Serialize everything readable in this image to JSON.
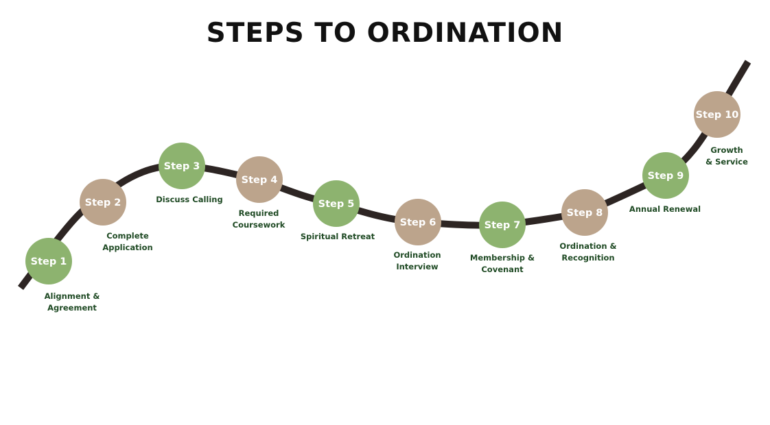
{
  "title": "STEPS TO ORDINATION",
  "colors": {
    "green_step": "#8db36f",
    "tan_step": "#bca48c",
    "path": "#2d2523",
    "caption_text": "#1f4a24"
  },
  "steps": [
    {
      "label": "Step 1",
      "caption_lines": [
        "Alignment &",
        "Agreement"
      ],
      "color": "green"
    },
    {
      "label": "Step 2",
      "caption_lines": [
        "Complete",
        "Application"
      ],
      "color": "tan"
    },
    {
      "label": "Step 3",
      "caption_lines": [
        "Discuss Calling"
      ],
      "color": "green"
    },
    {
      "label": "Step 4",
      "caption_lines": [
        "Required",
        "Coursework"
      ],
      "color": "tan"
    },
    {
      "label": "Step 5",
      "caption_lines": [
        "Spiritual Retreat"
      ],
      "color": "green"
    },
    {
      "label": "Step 6",
      "caption_lines": [
        "Ordination",
        "Interview"
      ],
      "color": "tan"
    },
    {
      "label": "Step 7",
      "caption_lines": [
        "Membership &",
        "Covenant"
      ],
      "color": "green"
    },
    {
      "label": "Step 8",
      "caption_lines": [
        "Ordination &",
        "Recognition"
      ],
      "color": "tan"
    },
    {
      "label": "Step 9",
      "caption_lines": [
        "Annual Renewal"
      ],
      "color": "green"
    },
    {
      "label": "Step 10",
      "caption_lines": [
        "Growth",
        "& Service"
      ],
      "color": "tan"
    }
  ]
}
